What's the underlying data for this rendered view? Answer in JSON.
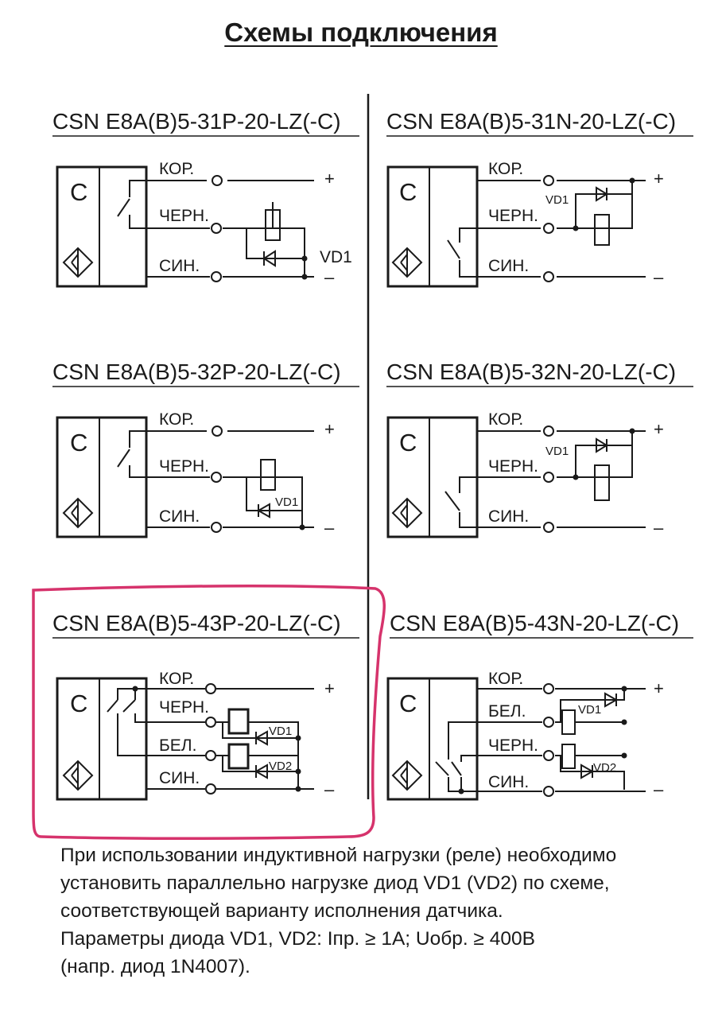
{
  "title": "Схемы подключения",
  "diagrams": [
    {
      "model": "CSN E8A(B)5-31P-20-LZ(-C)",
      "sensor_label": "C",
      "wires": [
        "КОР.",
        "ЧЕРН.",
        "СИН."
      ],
      "diodes": [
        "VD1"
      ],
      "plus": "+",
      "minus": "–"
    },
    {
      "model": "CSN E8A(B)5-31N-20-LZ(-C)",
      "sensor_label": "C",
      "wires": [
        "КОР.",
        "ЧЕРН.",
        "СИН."
      ],
      "diodes": [
        "VD1"
      ],
      "plus": "+",
      "minus": "–"
    },
    {
      "model": "CSN E8A(B)5-32P-20-LZ(-C)",
      "sensor_label": "C",
      "wires": [
        "КОР.",
        "ЧЕРН.",
        "СИН."
      ],
      "diodes": [
        "VD1"
      ],
      "plus": "+",
      "minus": "–"
    },
    {
      "model": "CSN E8A(B)5-32N-20-LZ(-C)",
      "sensor_label": "C",
      "wires": [
        "КОР.",
        "ЧЕРН.",
        "СИН."
      ],
      "diodes": [
        "VD1"
      ],
      "plus": "+",
      "minus": "–"
    },
    {
      "model": "CSN E8A(B)5-43P-20-LZ(-C)",
      "sensor_label": "C",
      "wires": [
        "КОР.",
        "ЧЕРН.",
        "БЕЛ.",
        "СИН."
      ],
      "diodes": [
        "VD1",
        "VD2"
      ],
      "plus": "+",
      "minus": "–"
    },
    {
      "model": "CSN E8A(B)5-43N-20-LZ(-C)",
      "sensor_label": "C",
      "wires": [
        "КОР.",
        "БЕЛ.",
        "ЧЕРН.",
        "СИН."
      ],
      "diodes": [
        "VD1",
        "VD2"
      ],
      "plus": "+",
      "minus": "–"
    }
  ],
  "highlight_color": "#d6336c",
  "note_lines": [
    "При использовании индуктивной нагрузки (реле) необходимо",
    "установить параллельно нагрузке диод VD1 (VD2) по схеме,",
    "соответствующей варианту исполнения датчика.",
    "Параметры диода VD1, VD2: Iпр. ≥ 1А; Uобр. ≥ 400В",
    "(напр. диод 1N4007)."
  ]
}
